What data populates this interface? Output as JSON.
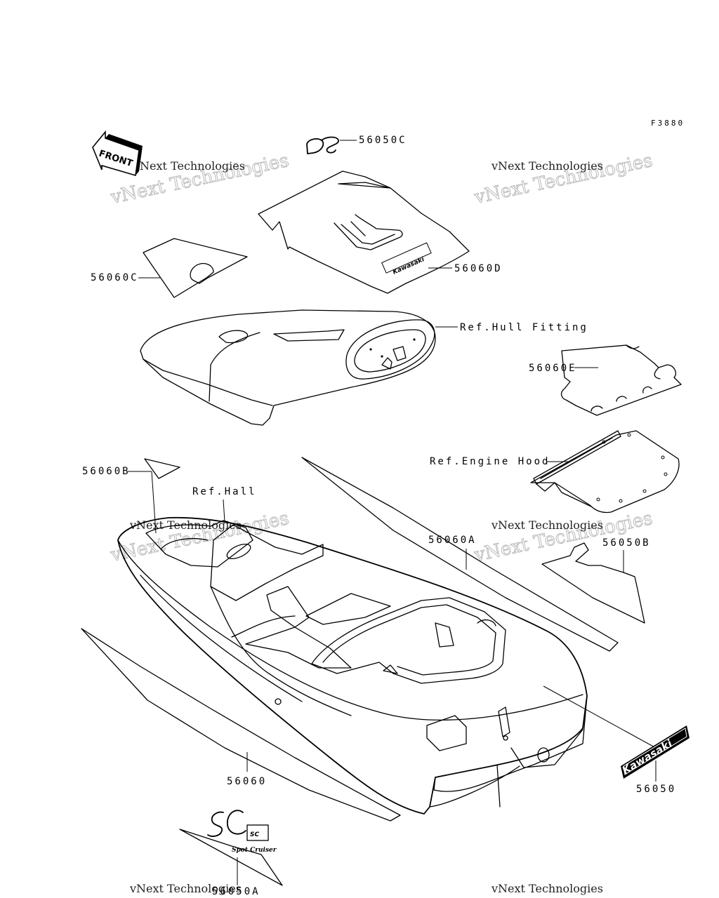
{
  "figure_code": "F3880",
  "labels": {
    "p56050C": "56050C",
    "p56060C": "56060C",
    "p56060D": "56060D",
    "hull_fitting": "Ref.Hull Fitting",
    "p56060E": "56060E",
    "engine_hood": "Ref.Engine Hood",
    "p56060B": "56060B",
    "hall": "Ref.Hall",
    "p56060A": "56060A",
    "p56050B": "56050B",
    "p56060": "56060",
    "p56050": "56050",
    "p56050A": "56050A"
  },
  "front_badge": "FRONT",
  "decal_text": {
    "kawasaki_badge": "Kawasaki",
    "kawasaki_on_decal": "Kawasaki",
    "ds_logo": "DS",
    "sc_logo": "SC",
    "sc_sub": "Spot Cruiser"
  },
  "watermark": {
    "line1": "vNext Technologies",
    "line2": "vNext Technologies"
  }
}
